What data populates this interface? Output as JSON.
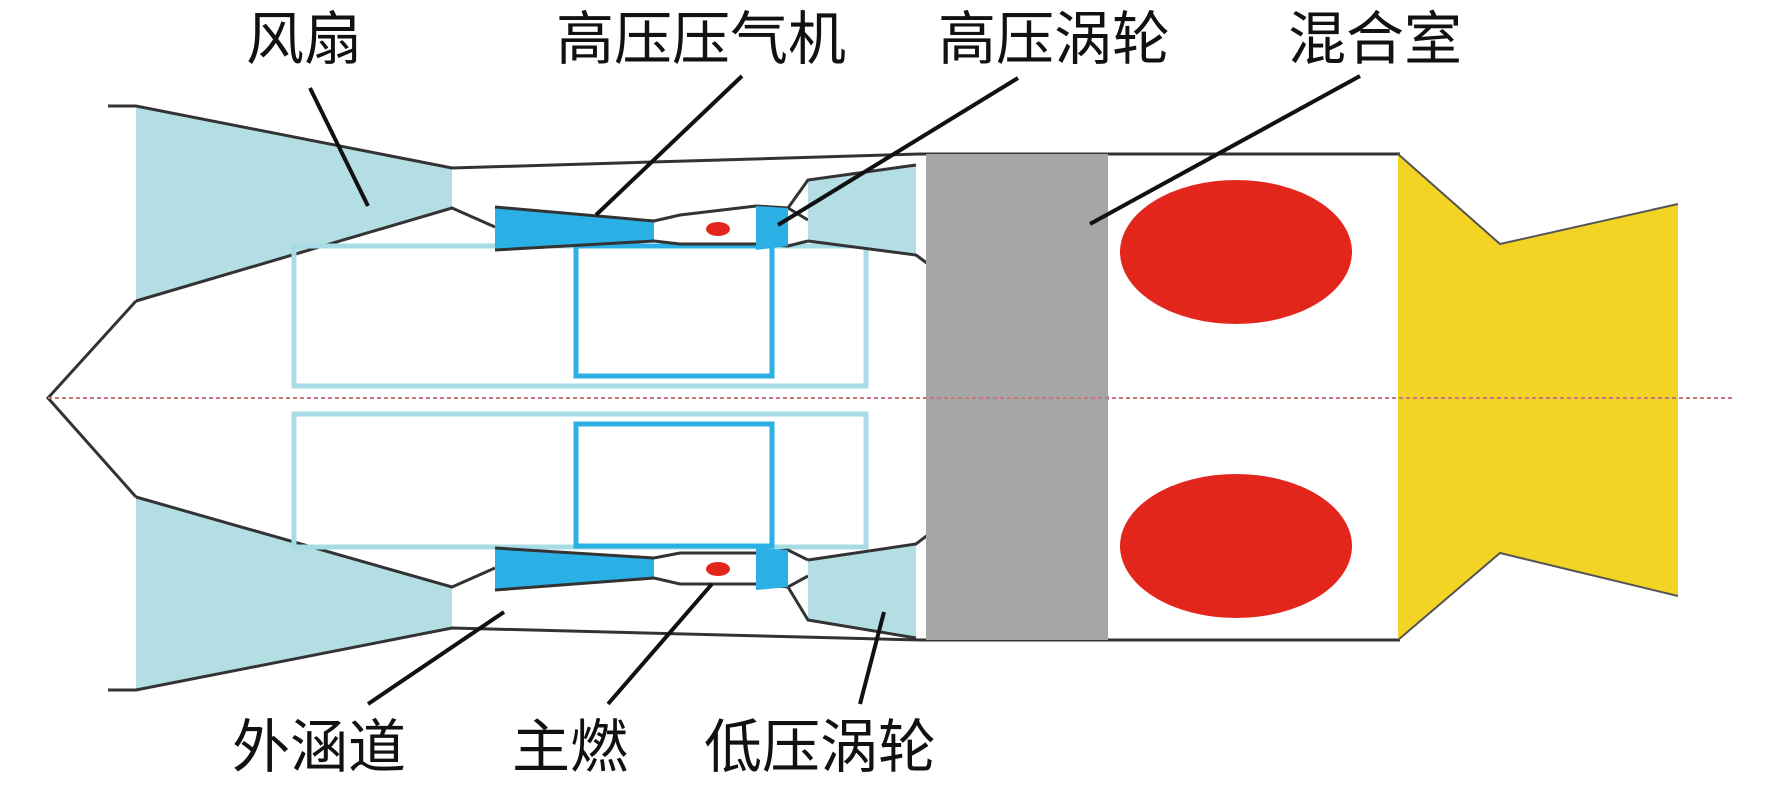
{
  "labels": {
    "fan": "风扇",
    "hp_compressor": "高压压气机",
    "hp_turbine": "高压涡轮",
    "mixing_chamber": "混合室",
    "bypass_duct": "外涵道",
    "main_burner": "主燃",
    "lp_turbine": "低压涡轮"
  },
  "colors": {
    "fan_cyan": "#b3dfe4",
    "compressor_blue": "#2ab0e5",
    "duct_outline": "#a7dbe5",
    "mixer_gray": "#a6a6a6",
    "afterburner_red": "#e3261c",
    "nozzle_yellow": "#f3d424",
    "centerline": "#c8767e",
    "outline": "#333333",
    "leader": "#111111"
  }
}
